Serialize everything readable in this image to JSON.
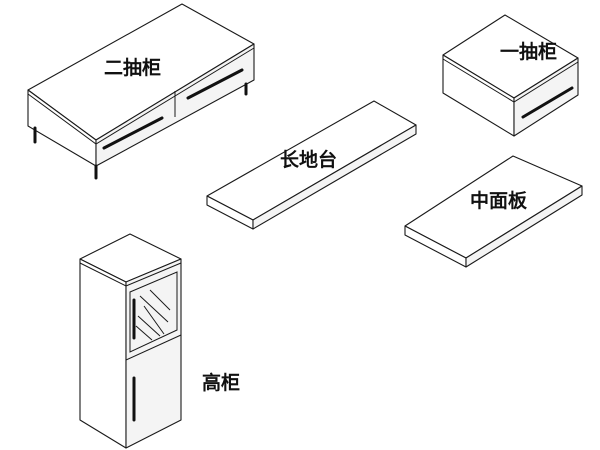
{
  "labels": {
    "two_drawer_cabinet": "二抽柜",
    "one_drawer_cabinet": "一抽柜",
    "long_floor_stand": "长地台",
    "middle_panel": "中面板",
    "tall_cabinet": "高柜"
  }
}
